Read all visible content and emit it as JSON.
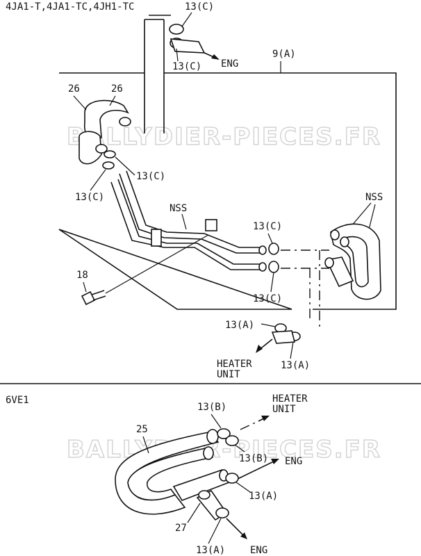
{
  "top_section": {
    "engine_label": "4JA1-T,4JA1-TC,4JH1-TC",
    "part_9a": "9(A)",
    "part_26_a": "26",
    "part_26_b": "26",
    "part_18": "18",
    "nss_left": "NSS",
    "nss_right": "NSS",
    "clamp_13c_top": "13(C)",
    "clamp_13c_eng": "13(C)",
    "clamp_13c_mid_right": "13(C)",
    "clamp_13c_mid_left": "13(C)",
    "clamp_13c_pipe_upper": "13(C)",
    "clamp_13c_pipe_lower": "13(C)",
    "clamp_13a_left": "13(A)",
    "clamp_13a_right": "13(A)",
    "eng_label": "ENG",
    "heater_unit_line1": "HEATER",
    "heater_unit_line2": "UNIT"
  },
  "bottom_section": {
    "engine_label": "6VE1",
    "part_25": "25",
    "part_27": "27",
    "clamp_13b_top": "13(B)",
    "clamp_13b_mid": "13(B)",
    "clamp_13a_mid": "13(A)",
    "clamp_13a_bottom": "13(A)",
    "heater_unit_line1": "HEATER",
    "heater_unit_line2": "UNIT",
    "eng_label_mid": "ENG",
    "eng_label_bottom": "ENG"
  },
  "watermark": {
    "text_top": "BALLYDIER-PIECES.FR",
    "text_bottom": "BALLYDIER-PIECES.FR"
  }
}
